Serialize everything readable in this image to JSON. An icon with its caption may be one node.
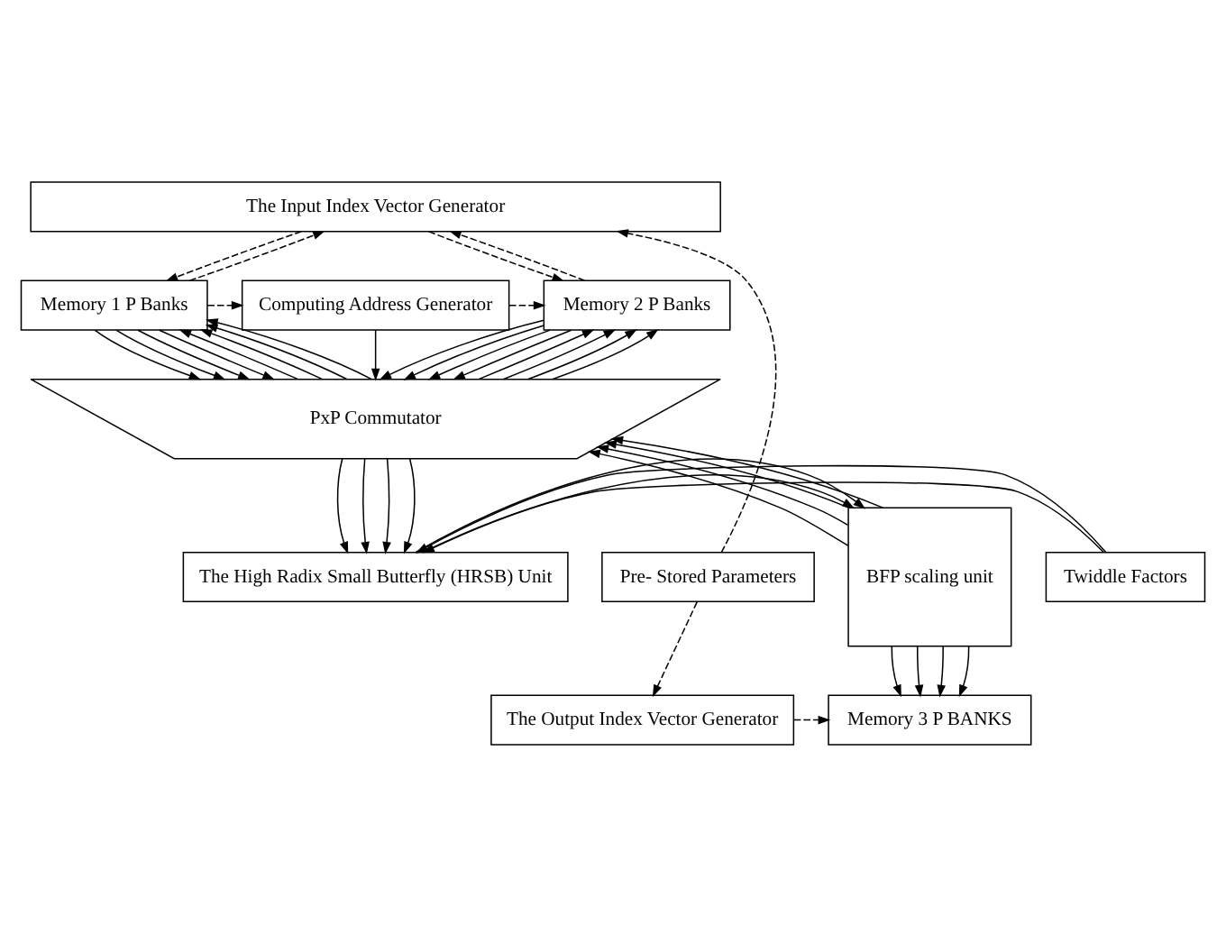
{
  "diagram": {
    "nodes": [
      {
        "text": [
          "The Input Index Vector Generator"
        ]
      },
      {
        "text": [
          "Memory 1 P Banks"
        ]
      },
      {
        "text": [
          "Computing Address Generator"
        ]
      },
      {
        "text": [
          "Memory 2 P Banks"
        ]
      },
      {
        "text": [
          "PxP Commutator"
        ]
      },
      {
        "text": [
          "The High Radix Small Butterfly (HRSB) Unit"
        ]
      },
      {
        "text": [
          "BFP scaling unit"
        ]
      },
      {
        "text": [
          "Pre- Stored Parameters"
        ]
      },
      {
        "text": [
          "Twiddle Factors"
        ]
      },
      {
        "text": [
          "The Output Index Vector Generator"
        ]
      },
      {
        "text": [
          "Memory 3 P BANKS"
        ]
      }
    ],
    "edges": [
      {
        "from": 0,
        "to": 1,
        "arrow": "to",
        "style": "dashed"
      },
      {
        "from": 1,
        "to": 0,
        "arrow": "to",
        "style": "dashed"
      },
      {
        "from": 0,
        "to": 3,
        "arrow": "to",
        "style": "dashed"
      },
      {
        "from": 3,
        "to": 0,
        "arrow": "to",
        "style": "dashed"
      },
      {
        "from": 1,
        "to": 2,
        "arrow": "to",
        "style": "dashed"
      },
      {
        "from": 2,
        "to": 3,
        "arrow": "to",
        "style": "dashed"
      },
      {
        "from": 1,
        "to": 4,
        "arrow": "to"
      },
      {
        "from": 1,
        "to": 4,
        "arrow": "to"
      },
      {
        "from": 1,
        "to": 4,
        "arrow": "to"
      },
      {
        "from": 1,
        "to": 4,
        "arrow": "to"
      },
      {
        "from": 4,
        "to": 1,
        "arrow": "to"
      },
      {
        "from": 4,
        "to": 1,
        "arrow": "to"
      },
      {
        "from": 4,
        "to": 1,
        "arrow": "to"
      },
      {
        "from": 4,
        "to": 1,
        "arrow": "to"
      },
      {
        "from": 2,
        "to": 4,
        "arrow": "to"
      },
      {
        "from": 3,
        "to": 4,
        "arrow": "to"
      },
      {
        "from": 3,
        "to": 4,
        "arrow": "to"
      },
      {
        "from": 3,
        "to": 4,
        "arrow": "to"
      },
      {
        "from": 3,
        "to": 4,
        "arrow": "to"
      },
      {
        "from": 4,
        "to": 3,
        "arrow": "to"
      },
      {
        "from": 4,
        "to": 3,
        "arrow": "to"
      },
      {
        "from": 4,
        "to": 3,
        "arrow": "to"
      },
      {
        "from": 4,
        "to": 3,
        "arrow": "to"
      },
      {
        "from": 4,
        "to": 5,
        "arrow": "to"
      },
      {
        "from": 4,
        "to": 5,
        "arrow": "to"
      },
      {
        "from": 4,
        "to": 5,
        "arrow": "to"
      },
      {
        "from": 4,
        "to": 5,
        "arrow": "to"
      },
      {
        "from": 5,
        "to": 6,
        "arrow": "to"
      },
      {
        "from": 5,
        "to": 6,
        "arrow": "to"
      },
      {
        "from": 6,
        "to": 4,
        "arrow": "to"
      },
      {
        "from": 6,
        "to": 4,
        "arrow": "to"
      },
      {
        "from": 6,
        "to": 4,
        "arrow": "to"
      },
      {
        "from": 6,
        "to": 4,
        "arrow": "to"
      },
      {
        "from": 6,
        "to": 10,
        "arrow": "to"
      },
      {
        "from": 6,
        "to": 10,
        "arrow": "to"
      },
      {
        "from": 6,
        "to": 10,
        "arrow": "to"
      },
      {
        "from": 6,
        "to": 10,
        "arrow": "to"
      },
      {
        "from": 8,
        "to": 5,
        "arrow": "to"
      },
      {
        "from": 8,
        "to": 5,
        "arrow": "to"
      },
      {
        "from": 7,
        "to": 0,
        "arrow": "to",
        "style": "dashed"
      },
      {
        "from": 7,
        "to": 9,
        "arrow": "to",
        "style": "dashed"
      },
      {
        "from": 9,
        "to": 10,
        "arrow": "to",
        "style": "dashed"
      }
    ]
  }
}
